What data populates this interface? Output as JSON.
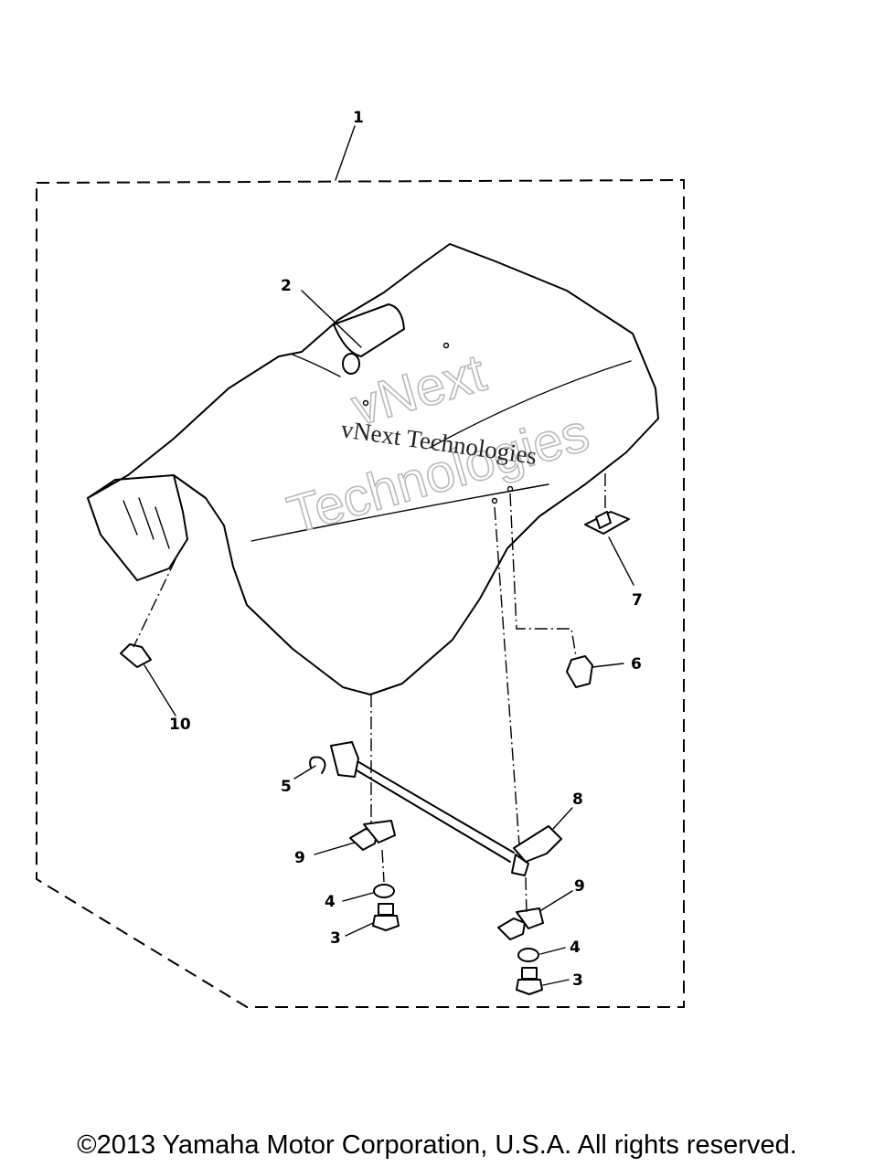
{
  "callouts": [
    "1",
    "2",
    "3",
    "3",
    "4",
    "4",
    "5",
    "6",
    "7",
    "8",
    "9",
    "9",
    "10"
  ],
  "watermark": {
    "line1": "vNext",
    "line2": "Technologies",
    "small": "vNext Technologies"
  },
  "copyright": "©2013 Yamaha Motor Corporation, U.S.A. All rights reserved."
}
